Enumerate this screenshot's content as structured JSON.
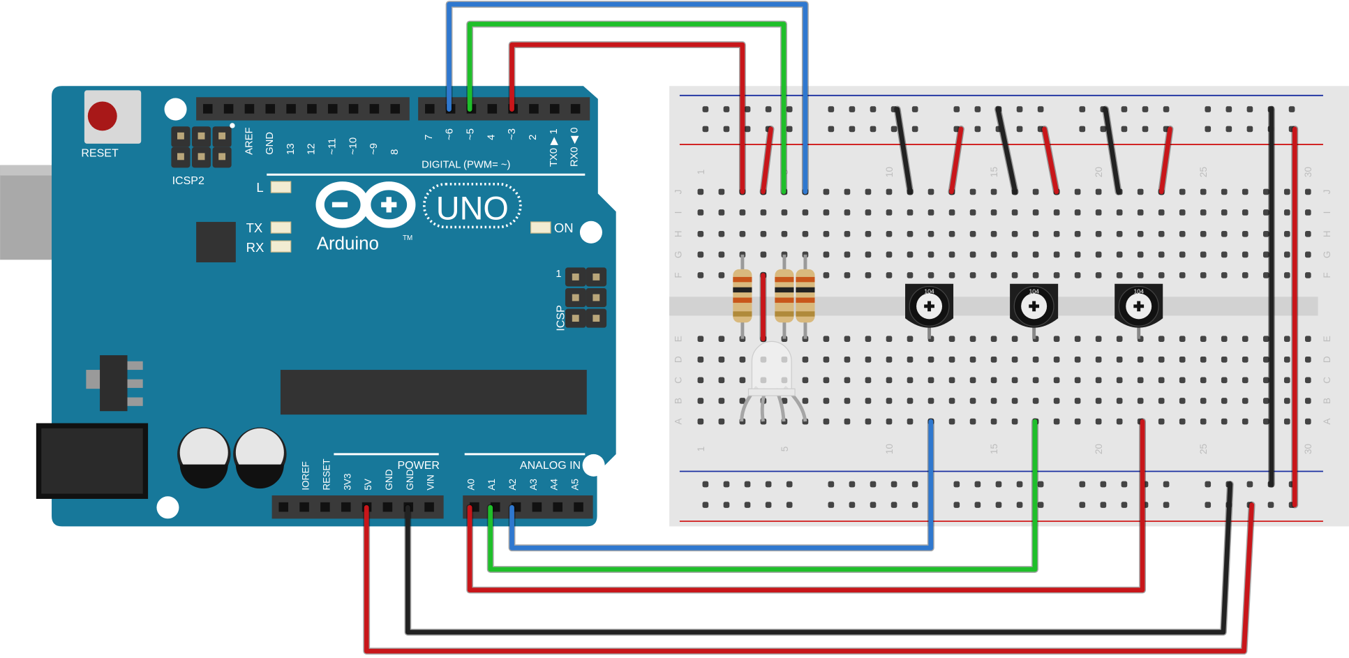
{
  "arduino": {
    "reset_label": "RESET",
    "icsp2_label": "ICSP2",
    "icsp_label": "ICSP",
    "icsp_pin1": "1",
    "digital_header_labels": [
      "AREF",
      "GND",
      "13",
      "12",
      "~11",
      "~10",
      "~9",
      "8"
    ],
    "digital_header_labels_right": [
      "7",
      "~6",
      "~5",
      "4",
      "~3",
      "2",
      "TX0 ▶ 1",
      "RX0 ◀ 0"
    ],
    "digital_section_label": "DIGITAL (PWM= ~)",
    "led_labels": {
      "l": "L",
      "tx": "TX",
      "rx": "RX",
      "on": "ON"
    },
    "brand": "Arduino",
    "trademark": "TM",
    "model": "UNO",
    "power_section_label": "POWER",
    "power_pins": [
      "IOREF",
      "RESET",
      "3V3",
      "5V",
      "GND",
      "GND",
      "VIN"
    ],
    "analog_section_label": "ANALOG IN",
    "analog_pins": [
      "A0",
      "A1",
      "A2",
      "A3",
      "A4",
      "A5"
    ],
    "board_color": "#17789a"
  },
  "breadboard": {
    "row_letters_top": [
      "J",
      "I",
      "H",
      "G",
      "F"
    ],
    "row_letters_bottom": [
      "E",
      "D",
      "C",
      "B",
      "A"
    ],
    "column_numbers": [
      "1",
      "5",
      "10",
      "15",
      "20",
      "25",
      "30"
    ],
    "potentiometer_label": "104"
  },
  "wire_colors": {
    "red": "#c8161a",
    "green": "#1fbf2a",
    "blue": "#2f78cf",
    "black": "#222222"
  }
}
